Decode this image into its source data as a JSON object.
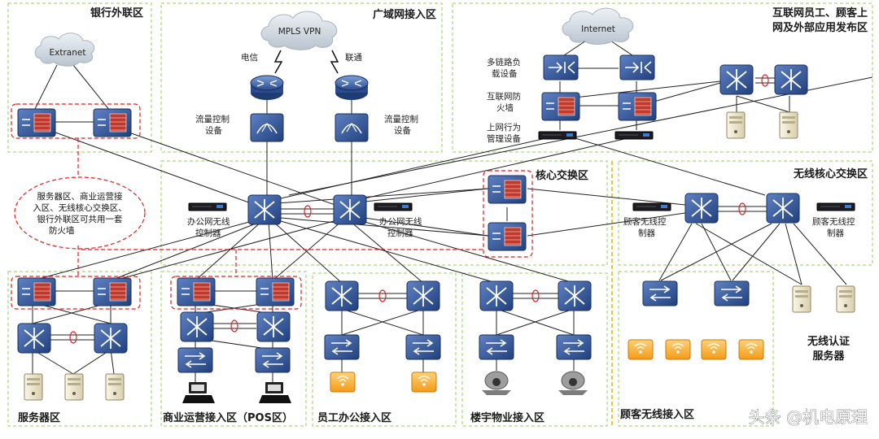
{
  "zones": {
    "bank_extranet": "银行外联区",
    "wan_access": "广域网接入区",
    "internet_zone_line1": "互联网员工、顾客上",
    "internet_zone_line2": "网及外部应用发布区",
    "core_switch": "核心交换区",
    "wireless_core": "无线核心交换区",
    "server_zone": "服务器区",
    "pos_zone": "商业运营接入区（POS区）",
    "staff_office": "员工办公接入区",
    "building_property": "楼宇物业接入区",
    "guest_wireless": "顾客无线接入区"
  },
  "clouds": {
    "extranet": "Extranet",
    "mpls": "MPLS VPN",
    "internet": "Internet"
  },
  "labels": {
    "telecom": "电信",
    "unicom": "联通",
    "flow_ctrl_left_1": "流量控制",
    "flow_ctrl_left_2": "设备",
    "flow_ctrl_right_1": "流量控制",
    "flow_ctrl_right_2": "设备",
    "lb_1": "多链路负",
    "lb_2": "载设备",
    "fw_1": "互联网防",
    "fw_2": "火墙",
    "behavior_1": "上网行为",
    "behavior_2": "管理设备",
    "office_wlc_left_1": "办公网无线",
    "office_wlc_left_2": "控制器",
    "office_wlc_right_1": "办公网无线",
    "office_wlc_right_2": "控制器",
    "guest_wlc_left_1": "顾客无线控",
    "guest_wlc_left_2": "制器",
    "guest_wlc_right_1": "顾客无线控",
    "guest_wlc_right_2": "制器",
    "auth_server_1": "无线认证",
    "auth_server_2": "服务器"
  },
  "note": [
    "服务器区、商业运营接",
    "入区、无线核心交换区、",
    "银行外联区可共用一套",
    "防火墙"
  ],
  "watermark": "头条 @机电原理",
  "colors": {
    "device_blue": "#2f4f8a",
    "firewall_red": "#c0392b",
    "zone_border": "#9acd5a",
    "dashed_red": "#e02020",
    "link_line": "#222222",
    "ap_orange": "#f5a623"
  }
}
